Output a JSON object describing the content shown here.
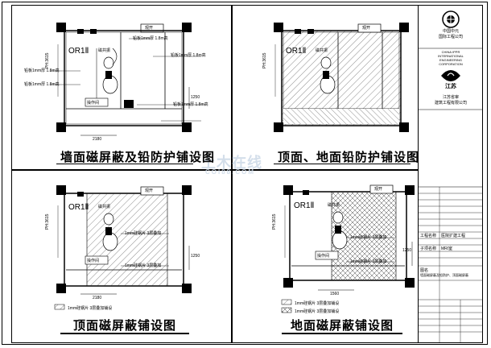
{
  "panels": {
    "top_left": {
      "caption": "墙面磁屏蔽及铅防护铺设图",
      "room_label": "OR1Ⅱ",
      "tag1": "磁共振",
      "tag2": "操作间",
      "dim_label": "PH:3615",
      "door_label": "观开",
      "note1": "铅板1mm厚 1.8m高",
      "note2": "铅板1mm厚 1.8m高",
      "note3": "铅板1mm厚 1.8m高",
      "note4": "铅板1mm厚 1.8m高",
      "note5": "铅板1mm厚 1.8m高",
      "dim_r": "1250",
      "dim_b": "2180"
    },
    "top_right": {
      "caption": "顶面、地面铅防护铺设图",
      "room_label": "OR1Ⅱ",
      "tag1": "磁共振",
      "dim_label": "PH:3615",
      "door_label": "观开"
    },
    "bottom_left": {
      "caption": "顶面磁屏蔽铺设图",
      "room_label": "OR1Ⅱ",
      "tag1": "磁共振",
      "tag2": "操作间",
      "dim_label": "PH:3615",
      "door_label": "观开",
      "note1": "1mm硅钢片 3层叠加",
      "note2": "1mm硅钢片 3层叠加",
      "dim_r": "1250",
      "dim_b": "2180",
      "legend_text": "1mm硅钢片 3层叠加铺设"
    },
    "bottom_right": {
      "caption": "地面磁屏蔽铺设图",
      "room_label": "OR1Ⅱ",
      "tag1": "磁共振",
      "tag2": "操作间",
      "dim_label": "PH:3615",
      "door_label": "观开",
      "note1": "1mm硅钢片 3层叠加",
      "note2": "1mm硅钢片 3层叠加",
      "dim_r": "1250",
      "dim_b": "1560",
      "legend_text1": "1mm硅钢片 3层叠加铺设",
      "legend_text2": "1mm硅钢片 3层叠加铺设"
    }
  },
  "watermark": {
    "main": "土木在线",
    "sub": "COI88.COM"
  },
  "title_block": {
    "company_cn": "中国中元",
    "company_sub": "国际工程公司",
    "company_en1": "CHINA IPPR",
    "company_en2": "INTERNATIONAL",
    "company_en3": "ENGINEERING",
    "company_en4": "CORPORATION",
    "partner_cn": "江苏",
    "partner_sub": "江苏省审",
    "partner_sub2": "建筑工程有限公司",
    "row1": "工程名称",
    "row1_val": "医院扩建工程",
    "row2": "子项名称",
    "row2_val": "MRI室",
    "row3": "图名",
    "row3_val": "墙面磁屏蔽及铅防护、顶面磁屏蔽"
  }
}
